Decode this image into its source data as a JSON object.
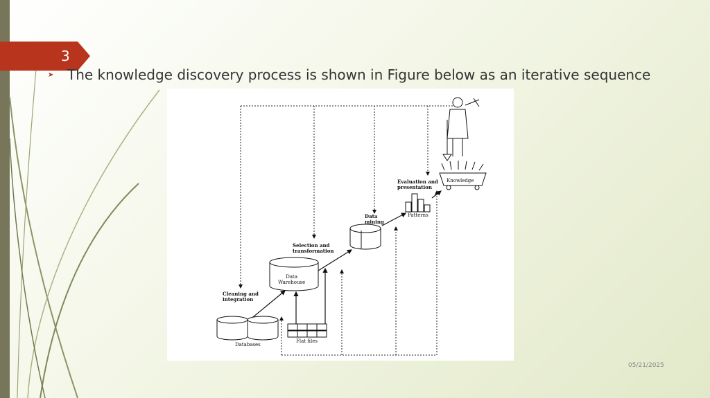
{
  "slide": {
    "number": "3",
    "bullet": "The knowledge discovery process is shown in Figure below as an iterative sequence",
    "date": "05/21/2025"
  },
  "figure": {
    "labels": {
      "cleaning": "Cleaning and\nintegration",
      "selection": "Selection and\ntransformation",
      "mining": "Data\nmining",
      "evaluation": "Evaluation and\npresentation",
      "knowledge": "Knowledge",
      "patterns": "Patterns",
      "warehouse": "Data\nWarehouse",
      "databases": "Databases",
      "flatfiles": "Flat files"
    }
  },
  "colors": {
    "accent": "#b8341c",
    "sidebar": "#77755a"
  }
}
